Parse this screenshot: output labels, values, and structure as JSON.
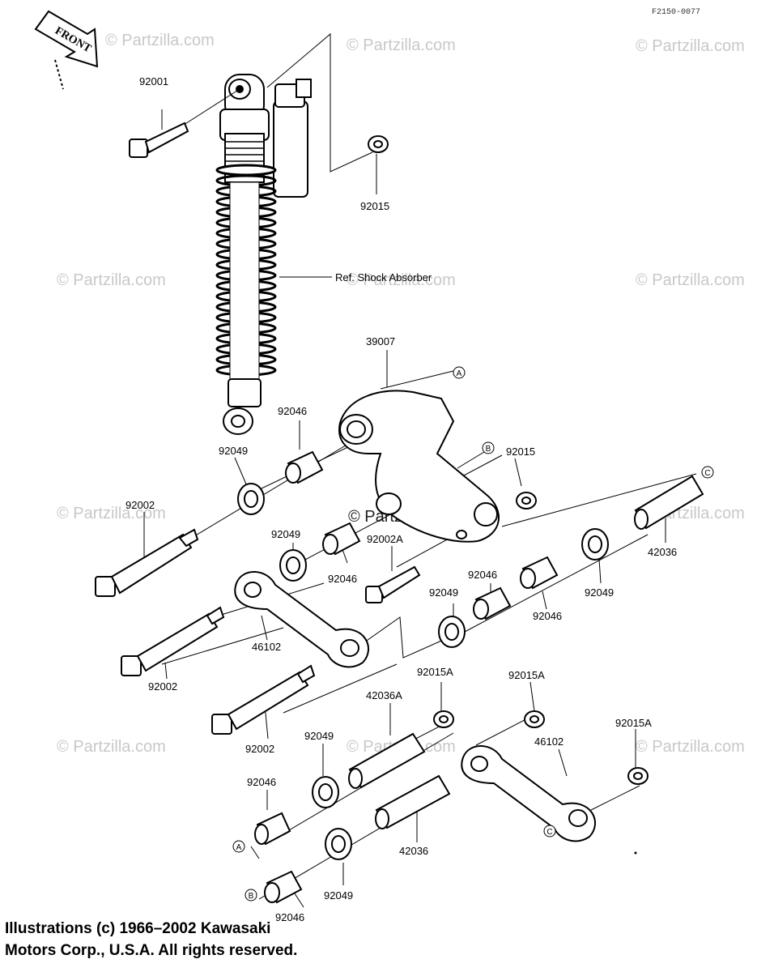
{
  "diagram": {
    "ref_code": "F2150-0077",
    "front_label": "FRONT",
    "watermark": "© Partzilla.com",
    "shock_label": "Ref. Shock Absorber",
    "callouts": {
      "a": "A",
      "b": "B",
      "c": "C"
    },
    "part_numbers": {
      "p92001": "92001",
      "p92015_top": "92015",
      "p39007": "39007",
      "p92046_a": "92046",
      "p92049_a": "92049",
      "p92015_b": "92015",
      "p92002_a": "92002",
      "p92049_b": "92049",
      "p92002A": "92002A",
      "p42036_a": "42036",
      "p92046_b": "92046",
      "p92046_c": "92046",
      "p92049_c": "92049",
      "p92046_d": "92046",
      "p92049_d": "92049",
      "p46102_a": "46102",
      "p92002_b": "92002",
      "p92015A_a": "92015A",
      "p92015A_b": "92015A",
      "p42036A": "42036A",
      "p92002_c": "92002",
      "p92049_e": "92049",
      "p46102_b": "46102",
      "p92015A_c": "92015A",
      "p92046_e": "92046",
      "p42036_b": "42036",
      "p92049_f": "92049",
      "p92046_f": "92046"
    }
  },
  "footer": {
    "copyright_line1": "Illustrations (c) 1966–2002 Kawasaki",
    "copyright_line2": "Motors Corp., U.S.A.  All rights reserved."
  }
}
